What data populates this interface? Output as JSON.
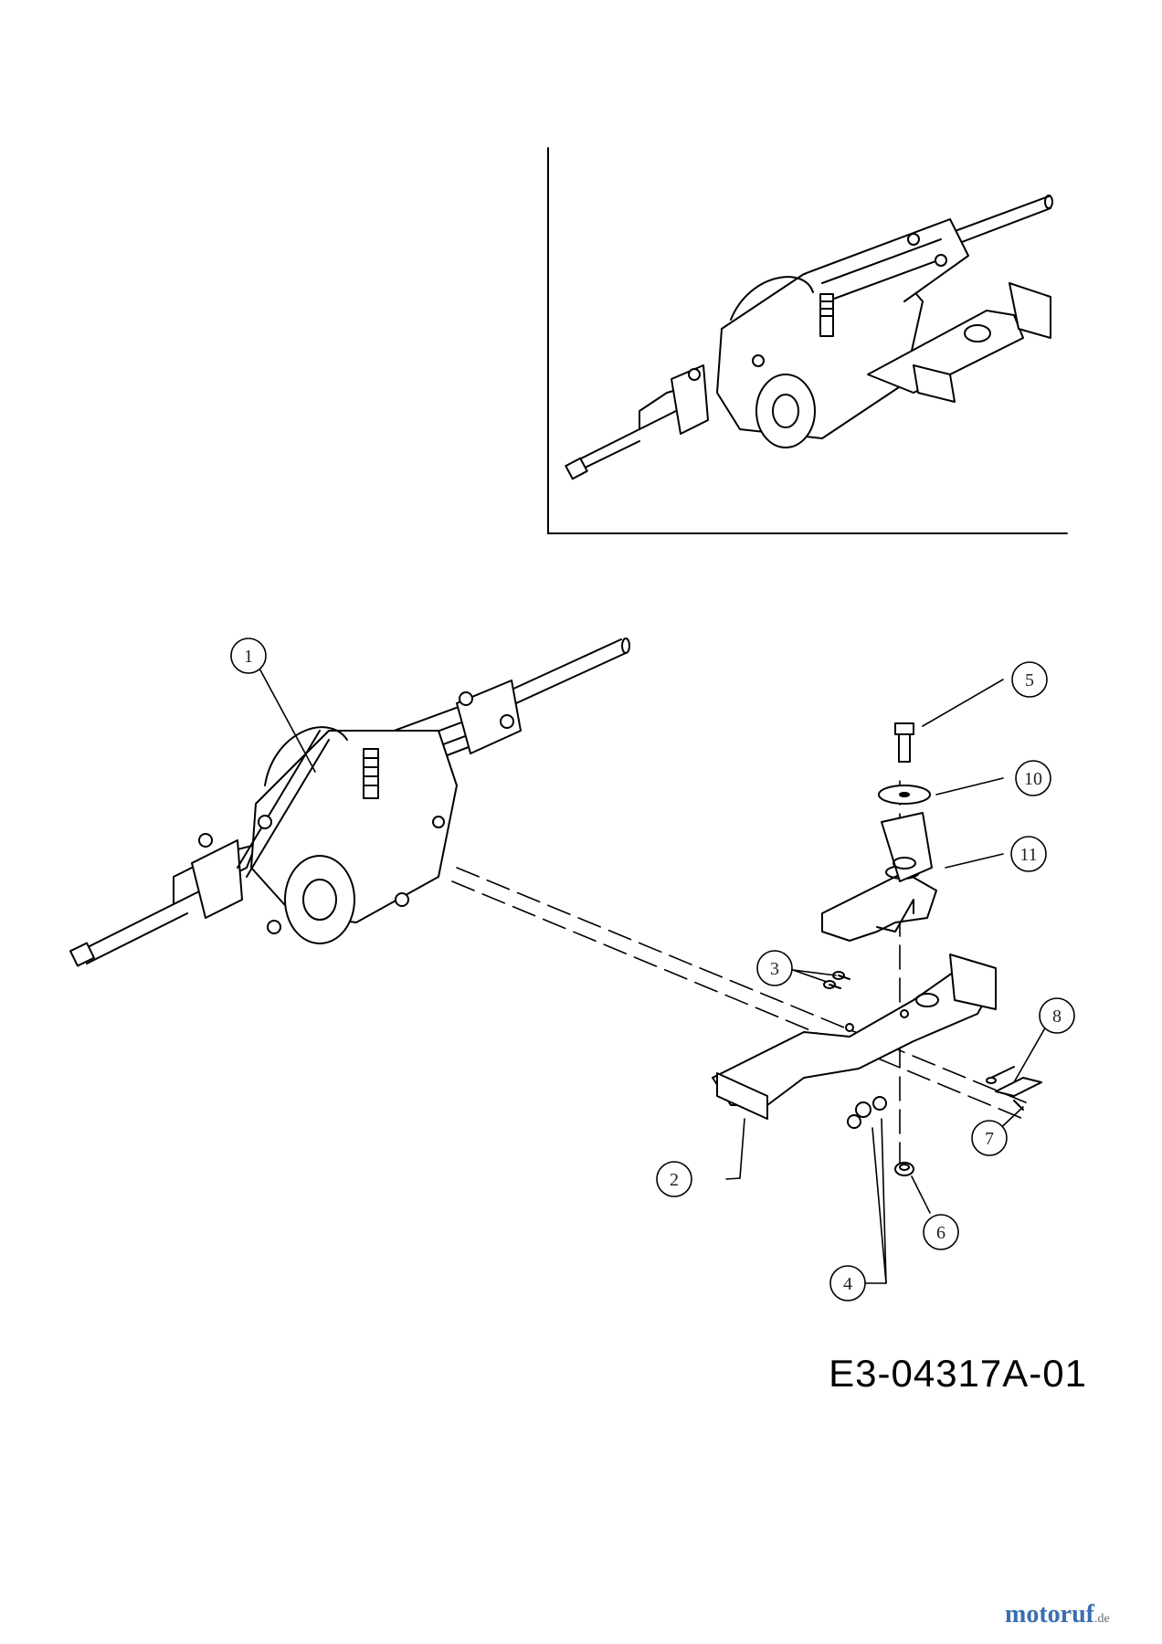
{
  "diagram": {
    "drawing_code": "E3-04317A-01",
    "callouts": [
      "1",
      "2",
      "3",
      "4",
      "5",
      "6",
      "7",
      "8",
      "10",
      "11"
    ]
  },
  "watermark": {
    "brand": "motoruf",
    "tld": ".de"
  },
  "colors": {
    "line": "#000000",
    "background": "#ffffff",
    "watermark_brand": "#3a6fb0"
  }
}
